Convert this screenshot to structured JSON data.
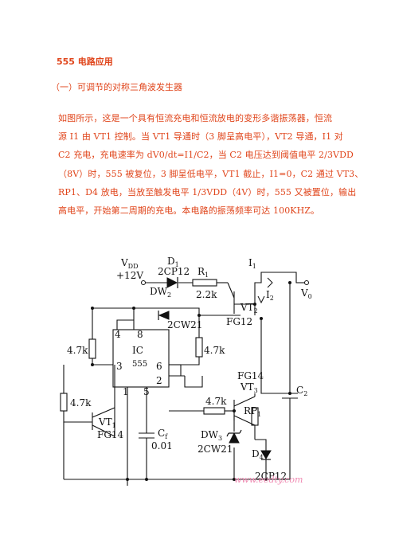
{
  "doc": {
    "title": "555 电路应用",
    "subtitle": "（一）可调节的对称三角波发生器",
    "paragraph_lines": [
      "如图所示，这是一个具有恒流充电和恒流放电的变形多谐振荡器，恒流",
      "源 I1 由 VT1 控制。当 VT1 导通时（3 脚呈高电平），VT2 导通，I1 对",
      "C2 充电，充电速率为 dV0/dt=I1/C2，当 C2 电压达到阈值电平 2/3VDD",
      "（8V）时，555 被复位，3 脚呈低电平，VT1 截止，I1=0，C2 通过 VT3、",
      "RP1、D4 放电，当放至触发电平 1/3VDD（4V）时，555 又被置位，输出",
      "高电平，开始第二周期的充电。本电路的振荡频率可达 100KHZ。"
    ]
  },
  "schematic": {
    "labels": {
      "vdd": "V",
      "vdd_sub": "DD",
      "vdd_value": "+12V",
      "d1": "D",
      "d1_sub": "1",
      "d1_part": "2CP12",
      "r1": "R",
      "r1_sub": "1",
      "r1_value": "2.2k",
      "i1": "I",
      "i1_sub": "1",
      "i2": "I",
      "i2_sub": "2",
      "v0": "V",
      "v0_sub": "0",
      "dw2": "DW",
      "dw2_sub": "2",
      "dw2_part": "2CW21",
      "vt2": "VT",
      "vt2_sub": "2",
      "vt2_part": "FG12",
      "pin4": "4",
      "pin8": "8",
      "ic": "IC",
      "ic_part": "555",
      "pin3": "3",
      "pin6": "6",
      "pin2": "2",
      "pin1": "1",
      "pin5": "5",
      "r_47k_left": "4.7k",
      "r_47k_right": "4.7k",
      "r_47k_base": "4.7k",
      "r_47k_bottom": "4.7k",
      "vt3_part": "FG14",
      "vt3": "VT",
      "vt3_sub": "3",
      "c2": "C",
      "c2_sub": "2",
      "rp1": "RP",
      "rp1_sub": "1",
      "vt1": "VT",
      "vt1_sub": "1",
      "vt1_part": "FG14",
      "c1": "C",
      "c1_sub": "f",
      "c1_value": "0.01",
      "dw3": "DW",
      "dw3_sub": "3",
      "dw3_part": "2CW21",
      "d4": "D",
      "d4_sub": "4",
      "d4_part": "2CP12"
    },
    "watermark": "www.eedty.com",
    "watermark_color": "#f08ab2"
  }
}
